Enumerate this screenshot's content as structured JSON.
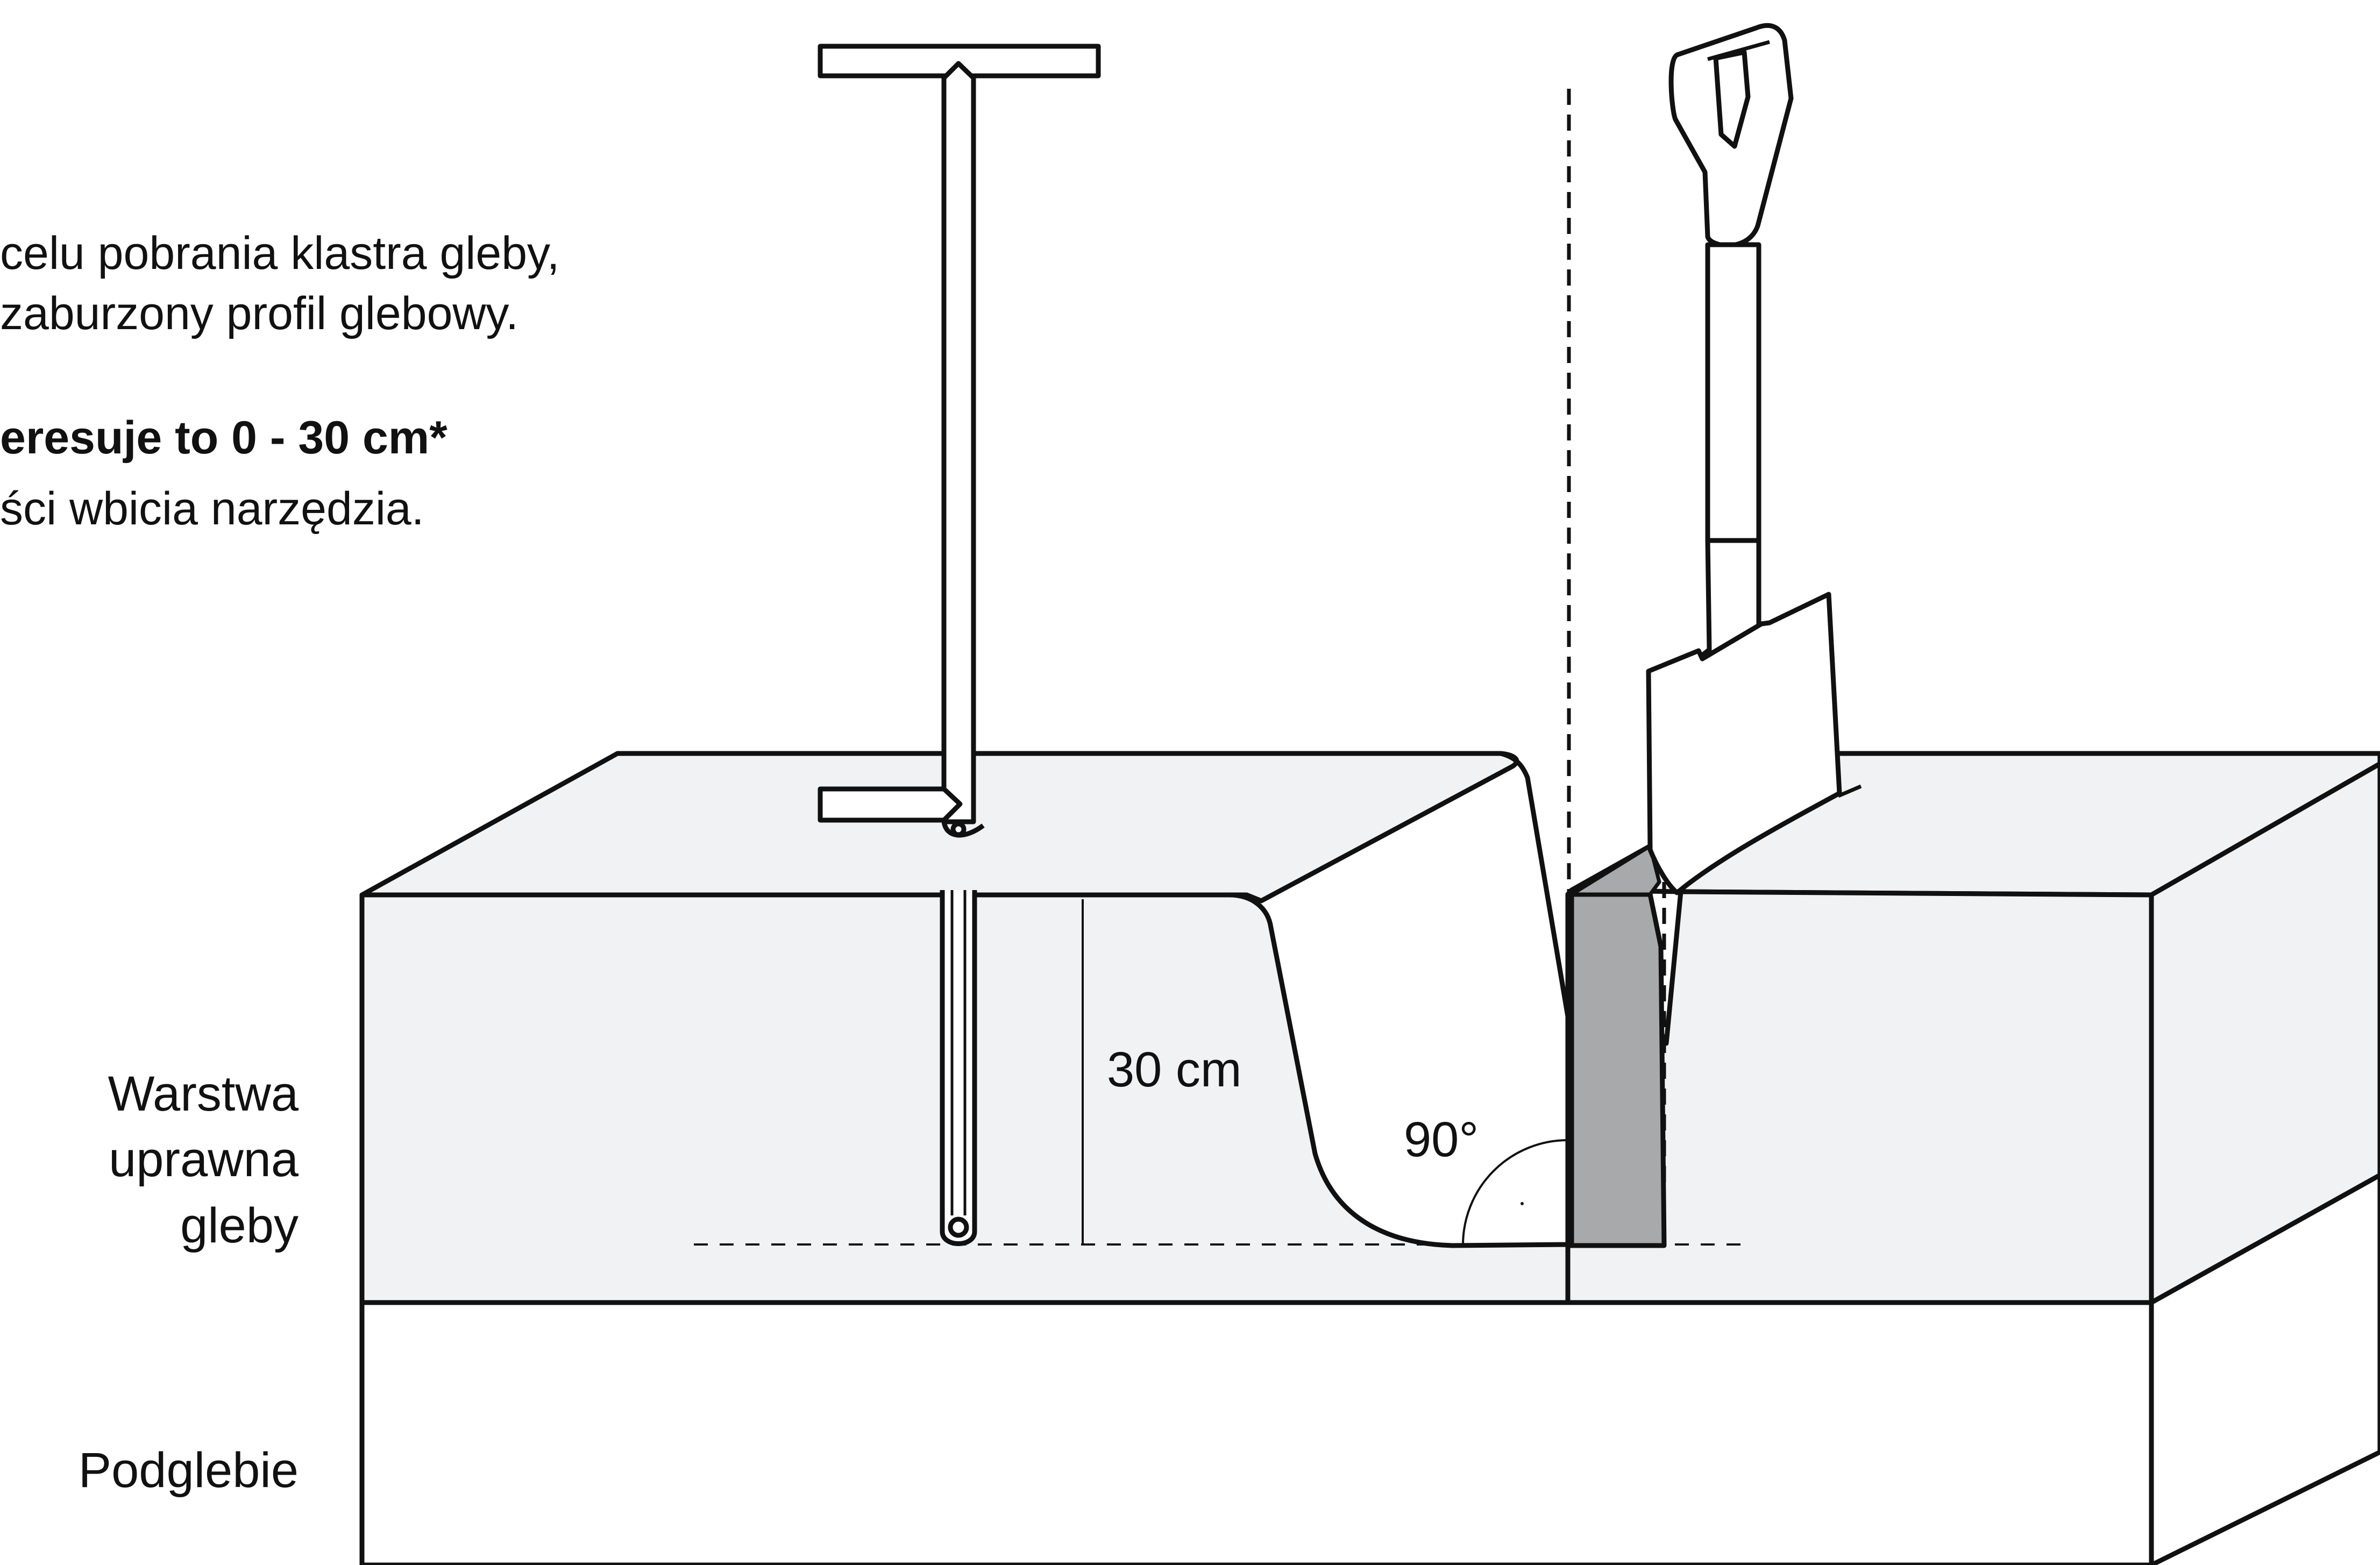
{
  "intro": {
    "line1": "celu pobrania klastra gleby,",
    "line2": "zaburzony profil glebowy.",
    "line3_bold": "eresuje to 0 - 30 cm*",
    "line4": "ści wbicia narzędzia."
  },
  "layers": {
    "topsoil": {
      "line1": "Warstwa",
      "line2": "uprawna",
      "line3": "gleby"
    },
    "subsoil": "Podglebie"
  },
  "measurements": {
    "depth_label": "30 cm",
    "angle_label": "90°"
  },
  "colors": {
    "stroke": "#111111",
    "soil_surface": "#f1f2f4",
    "subsoil": "#ffffff",
    "cut_slice": "#a7a9ab",
    "tools": "#ffffff"
  },
  "icons": {
    "auger": "soil-auger-icon",
    "spade": "spade-icon"
  }
}
